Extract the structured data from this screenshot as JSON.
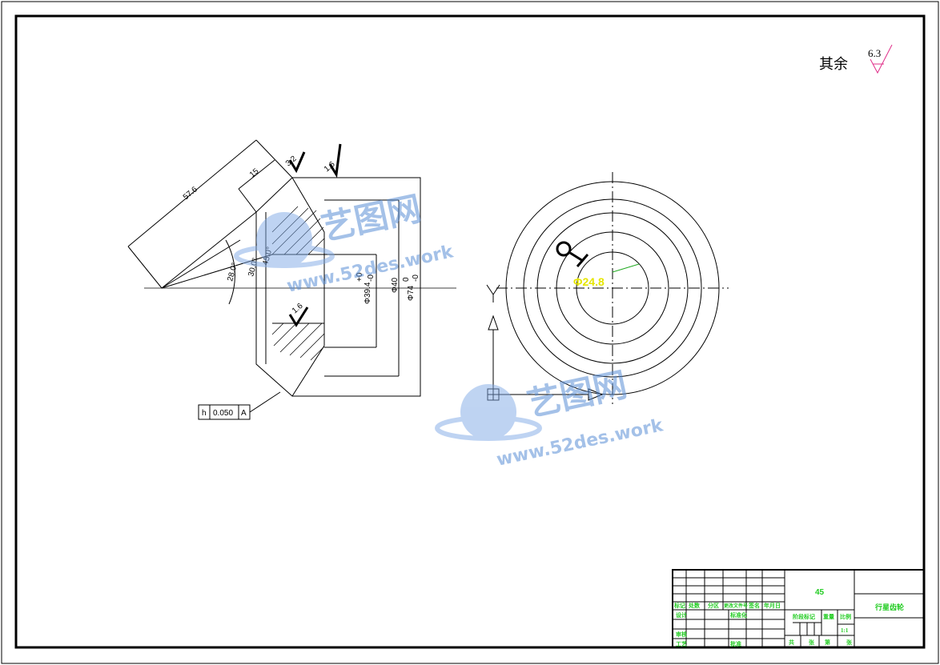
{
  "roughness_note": {
    "label": "其余",
    "value": "6.3"
  },
  "section_view": {
    "dims": {
      "cone_length": "57.6",
      "face_width": "15",
      "rough_a": "3.2",
      "rough_b": "1.6",
      "rough_c": "1.6",
      "angle_a": "28.0°",
      "angle_b": "30.0°",
      "angle_c": "45.0°",
      "bore_dia": "Φ39.4",
      "bore_tol_upper": "+0",
      "bore_tol_lower": "-0",
      "mid_dia": "Φ40",
      "outer_dia": "Φ74",
      "outer_tol_upper": "0",
      "outer_tol_lower": "-0"
    },
    "runout_frame": {
      "symbol": "h",
      "value": "0.050",
      "datum": "A"
    }
  },
  "front_view": {
    "inner_dia": "Φ24.8"
  },
  "axis_label": "Y",
  "watermark": {
    "brand": "艺图网",
    "url": "www.52des.work"
  },
  "title_block": {
    "material": "45",
    "part_name": "行星齿轮",
    "scale": "1:1",
    "labels": [
      "标记",
      "处数",
      "分区",
      "更改文件号",
      "签名",
      "年月日"
    ],
    "row_labels": [
      "设计",
      "审核",
      "工艺"
    ],
    "mid_labels": [
      "标准化",
      "批准"
    ],
    "stage_labels": [
      "阶段标记",
      "重量",
      "比例"
    ],
    "sheet_labels": [
      "共",
      "张",
      "第",
      "张"
    ]
  }
}
